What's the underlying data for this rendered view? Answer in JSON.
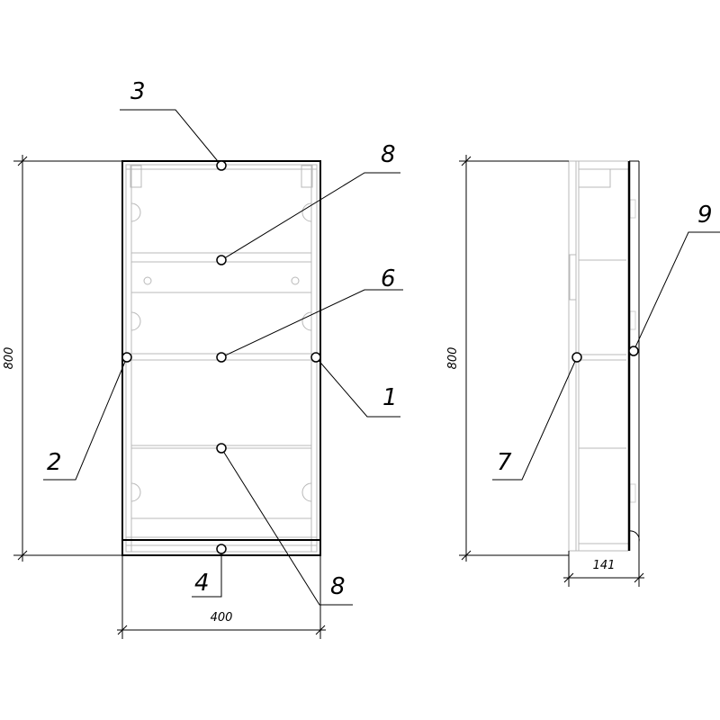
{
  "drawing": {
    "front_view": {
      "dimension_height": "800",
      "dimension_width": "400",
      "callouts": [
        "3",
        "8",
        "6",
        "1",
        "2",
        "4",
        "8"
      ]
    },
    "side_view": {
      "dimension_height": "800",
      "dimension_depth": "141",
      "callouts": [
        "7",
        "9"
      ]
    }
  }
}
